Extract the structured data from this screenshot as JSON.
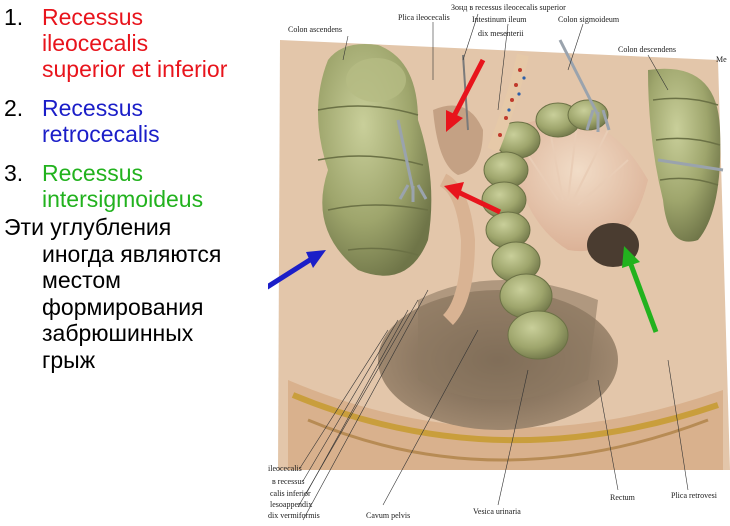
{
  "list": [
    {
      "number": "1.",
      "lines": [
        "Recessus",
        "ileocecalis",
        "superior et inferior"
      ],
      "color": "#e8141c"
    },
    {
      "number": "2.",
      "lines": [
        "Recessus",
        "retrocecalis"
      ],
      "color": "#1b1ec8"
    },
    {
      "number": "3.",
      "lines": [
        "Recessus",
        "intersigmoideus"
      ],
      "color": "#22b21e"
    }
  ],
  "note": {
    "lines": [
      "Эти углубления",
      "иногда являются",
      "местом",
      "формирования",
      "забрюшинных",
      "грыж"
    ]
  },
  "illustration": {
    "labels": {
      "colon_ascendens": "Colon ascendens",
      "plica_ileocecalis": "Plica ileocecalis",
      "probe": "Зонд в recessus ileocecalis superior",
      "intestinum_ileum": "Intestinum ileum",
      "colon_sigmoideum": "Colon sigmoideum",
      "radix_mesenterii": "dix mesenterii",
      "colon_descendens": "Colon descendens",
      "me": "Me",
      "b1": "ileocecalis",
      "b2": "в recessus",
      "b3": "calis inferior",
      "b4": "lesoappendix",
      "b5": "dix vermiformis",
      "cavum_pelvis": "Cavum pelvis",
      "vesica_urinaria": "Vesica urinaria",
      "rectum": "Rectum",
      "plica_retrovesicalis": "Plica retrovesi"
    }
  }
}
